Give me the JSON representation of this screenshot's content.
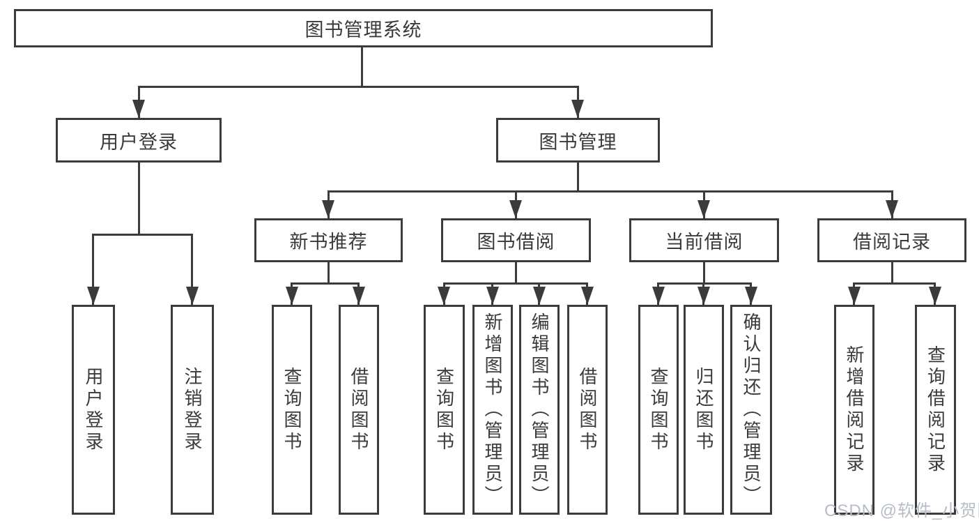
{
  "colors": {
    "line": "#3b3b3b",
    "text": "#3a3a3a",
    "background": "#ffffff",
    "watermark": "#b7bdc4"
  },
  "watermark": {
    "text": "CSDN @软件_小贺同学"
  },
  "tree": {
    "root": {
      "label": "图书管理系统"
    },
    "branches": [
      {
        "label": "用户登录",
        "children": [
          {
            "label": "用户登录"
          },
          {
            "label": "注销登录"
          }
        ]
      },
      {
        "label": "图书管理",
        "children": [
          {
            "label": "新书推荐",
            "children": [
              {
                "label": "查询图书"
              },
              {
                "label": "借阅图书"
              }
            ]
          },
          {
            "label": "图书借阅",
            "children": [
              {
                "label": "查询图书"
              },
              {
                "label": "新增图书（管理员）"
              },
              {
                "label": "编辑图书（管理员）"
              },
              {
                "label": "借阅图书"
              }
            ]
          },
          {
            "label": "当前借阅",
            "children": [
              {
                "label": "查询图书"
              },
              {
                "label": "归还图书"
              },
              {
                "label": "确认归还（管理员）"
              }
            ]
          },
          {
            "label": "借阅记录",
            "children": [
              {
                "label": "新增借阅记录"
              },
              {
                "label": "查询借阅记录"
              }
            ]
          }
        ]
      }
    ]
  }
}
